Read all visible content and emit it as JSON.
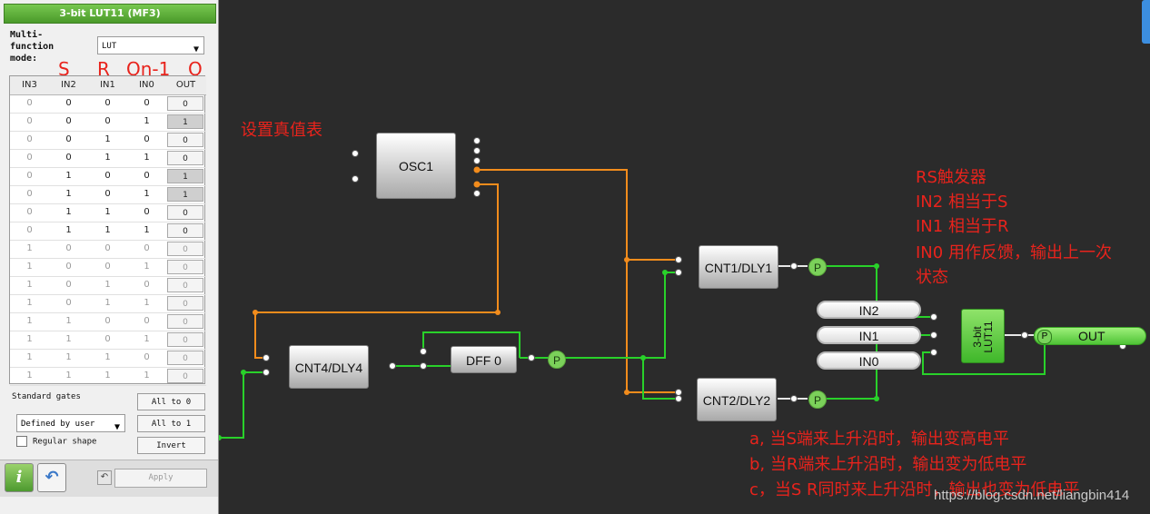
{
  "panel": {
    "title": "3-bit LUT11 (MF3)",
    "mode_label": "Multi-\nfunction\nmode:",
    "mode_value": "LUT",
    "truth_headers": [
      "IN3",
      "IN2",
      "IN1",
      "IN0",
      "OUT"
    ],
    "truth_rows": [
      {
        "cells": [
          "0",
          "0",
          "0",
          "0"
        ],
        "out": "0"
      },
      {
        "cells": [
          "0",
          "0",
          "0",
          "1"
        ],
        "out": "1"
      },
      {
        "cells": [
          "0",
          "0",
          "1",
          "0"
        ],
        "out": "0"
      },
      {
        "cells": [
          "0",
          "0",
          "1",
          "1"
        ],
        "out": "0"
      },
      {
        "cells": [
          "0",
          "1",
          "0",
          "0"
        ],
        "out": "1"
      },
      {
        "cells": [
          "0",
          "1",
          "0",
          "1"
        ],
        "out": "1"
      },
      {
        "cells": [
          "0",
          "1",
          "1",
          "0"
        ],
        "out": "0"
      },
      {
        "cells": [
          "0",
          "1",
          "1",
          "1"
        ],
        "out": "0"
      },
      {
        "cells": [
          "1",
          "0",
          "0",
          "0"
        ],
        "out": "0"
      },
      {
        "cells": [
          "1",
          "0",
          "0",
          "1"
        ],
        "out": "0"
      },
      {
        "cells": [
          "1",
          "0",
          "1",
          "0"
        ],
        "out": "0"
      },
      {
        "cells": [
          "1",
          "0",
          "1",
          "1"
        ],
        "out": "0"
      },
      {
        "cells": [
          "1",
          "1",
          "0",
          "0"
        ],
        "out": "0"
      },
      {
        "cells": [
          "1",
          "1",
          "0",
          "1"
        ],
        "out": "0"
      },
      {
        "cells": [
          "1",
          "1",
          "1",
          "0"
        ],
        "out": "0"
      },
      {
        "cells": [
          "1",
          "1",
          "1",
          "1"
        ],
        "out": "0"
      }
    ],
    "standard_gates_label": "Standard gates",
    "defined_by": "Defined by user",
    "regular_shape": "Regular shape",
    "all_to_0": "All to 0",
    "all_to_1": "All to 1",
    "invert": "Invert",
    "apply": "Apply",
    "info_icon": "i",
    "undo_icon": "↶",
    "small_undo_icon": "↶"
  },
  "column_labels": {
    "s": "S",
    "r": "R",
    "qn1": "Qn-1",
    "q": "Q"
  },
  "blocks": {
    "osc": "OSC1",
    "cnt1": "CNT1/DLY1",
    "cnt2": "CNT2/DLY2",
    "cnt4": "CNT4/DLY4",
    "dff": "DFF 0",
    "lut_line1": "3-bit",
    "lut_line2": "LUT11",
    "in2": "IN2",
    "in1": "IN1",
    "in0": "IN0",
    "out": "OUT",
    "p_label": "P"
  },
  "annotations": {
    "truth_table_note": "设置真值表",
    "rs_title": "RS触发器",
    "in2_note": "IN2 相当于S",
    "in1_note": "IN1 相当于R",
    "in0_note_line1": "IN0 用作反馈，输出上一次",
    "in0_note_line2": "状态",
    "a": "a, 当S端来上升沿时，输出变高电平",
    "b": "b, 当R端来上升沿时，输出变为低电平",
    "c": "c，当S R同时来上升沿时，输出也变为低电平"
  },
  "watermark": "https://blog.csdn.net/liangbin414",
  "colors": {
    "wire_orange": "#f28c1c",
    "wire_green": "#29d12a",
    "wire_white": "#e6e6e6",
    "annotation_red": "#e8231c",
    "panel_green": "#5aa83a"
  }
}
